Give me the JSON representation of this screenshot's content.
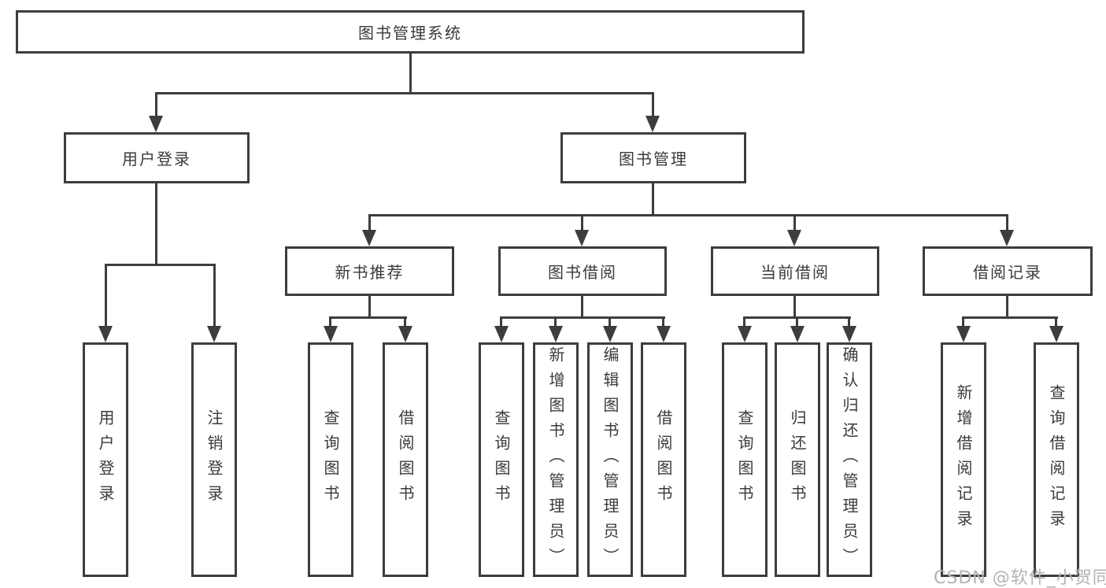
{
  "diagram": {
    "type": "tree",
    "tree": {
      "label": "图书管理系统",
      "children": [
        {
          "label": "用户登录",
          "children": [
            {
              "label": "用户登录"
            },
            {
              "label": "注销登录"
            }
          ]
        },
        {
          "label": "图书管理",
          "children": [
            {
              "label": "新书推荐",
              "children": [
                {
                  "label": "查询图书"
                },
                {
                  "label": "借阅图书"
                }
              ]
            },
            {
              "label": "图书借阅",
              "children": [
                {
                  "label": "查询图书"
                },
                {
                  "label": "新增图书（管理员）"
                },
                {
                  "label": "编辑图书（管理员）"
                },
                {
                  "label": "借阅图书"
                }
              ]
            },
            {
              "label": "当前借阅",
              "children": [
                {
                  "label": "查询图书"
                },
                {
                  "label": "归还图书"
                },
                {
                  "label": "确认归还（管理员）"
                }
              ]
            },
            {
              "label": "借阅记录",
              "children": [
                {
                  "label": "新增借阅记录"
                },
                {
                  "label": "查询借阅记录"
                }
              ]
            }
          ]
        }
      ]
    },
    "colors": {
      "line": "#3d3d3d",
      "text": "#3a3a3a",
      "watermark": "#b3b3b3",
      "background": "#ffffff"
    },
    "watermark": "CSDN @软件_小贺同学"
  }
}
